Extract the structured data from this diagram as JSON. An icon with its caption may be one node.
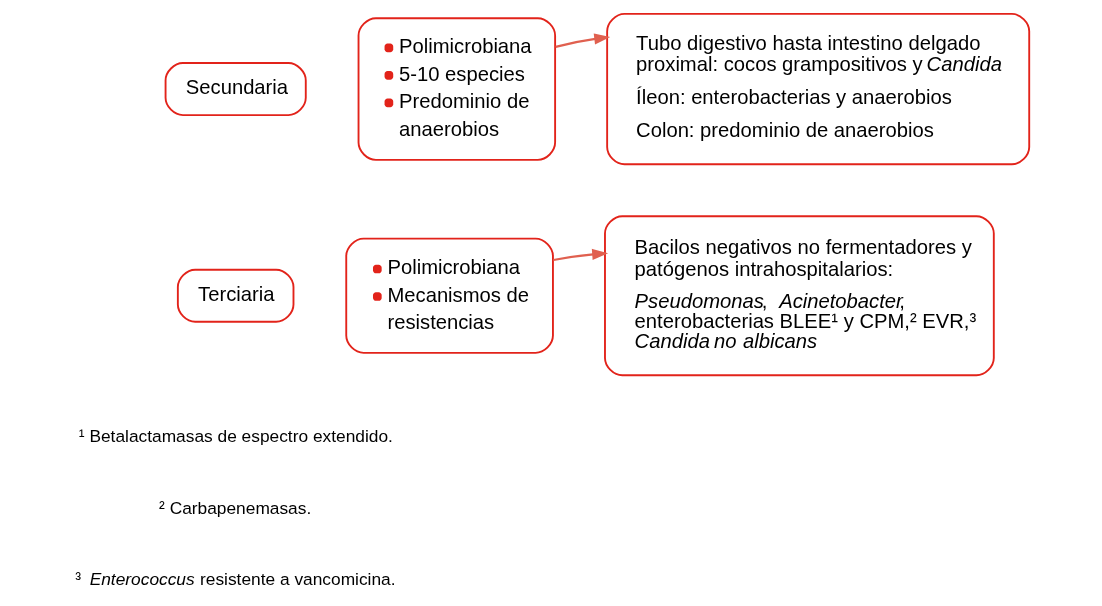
{
  "diagram": {
    "nodes": [
      {
        "text": [
          "Secundaria"
        ]
      },
      {
        "text": [
          "Polimicrobiana",
          "5-10 especies",
          "Predominio de anaerobios"
        ]
      },
      {
        "text": [
          "Tubo digestivo hasta intestino delgado proximal: cocos grampositivos y *Candida*",
          "Íleon: enterobacterias y anaerobios",
          "Colon: predominio de anaerobios"
        ]
      },
      {
        "text": [
          "Terciaria"
        ]
      },
      {
        "text": [
          "Polimicrobiana",
          "Mecanismos de resistencias"
        ]
      },
      {
        "text": [
          "Bacilos negativos no fermentadores y patógenos intrahospitalarios:",
          "*Pseudomonas*, *Acinetobacter*, enterobacterias BLEE¹ y CPM,² EVR,³ *Candida no albicans*"
        ]
      }
    ],
    "edges": [
      {
        "from": 1,
        "to": 2,
        "arrow": "to"
      },
      {
        "from": 4,
        "to": 5,
        "arrow": "to"
      }
    ],
    "labels": [
      "¹ Betalactamasas de espectro extendido.",
      "² Carbapenemasas.",
      "³ *Enterococcus* resistente a vancomicina."
    ]
  }
}
